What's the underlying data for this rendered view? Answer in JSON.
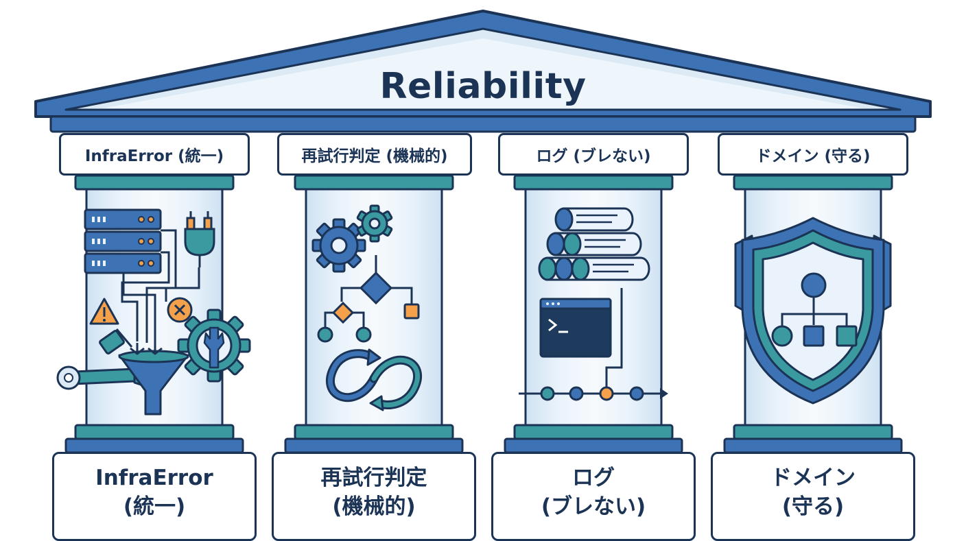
{
  "title": "Reliability",
  "pillars": [
    {
      "tab": "InfraError (統一)",
      "card_line1": "InfraError",
      "card_line2": "(統一)"
    },
    {
      "tab": "再試行判定 (機械的)",
      "card_line1": "再試行判定",
      "card_line2": "(機械的)"
    },
    {
      "tab": "ログ (ブレない)",
      "card_line1": "ログ",
      "card_line2": "(ブレない)"
    },
    {
      "tab": "ドメイン (守る)",
      "card_line1": "ドメイン",
      "card_line2": "(守る)"
    }
  ],
  "icons": [
    "server-rack-icon",
    "plug-icon",
    "warning-icon",
    "error-circle-icon",
    "wrench-icon",
    "funnel-icon",
    "gear-wrench-icon",
    "gears-icon",
    "flowchart-icon",
    "retry-loop-icon",
    "log-stack-icon",
    "terminal-icon",
    "timeline-icon",
    "shield-hierarchy-icon"
  ],
  "colors": {
    "navy": "#1b3355",
    "blue": "#3d72b4",
    "teal": "#3a9aa0",
    "light": "#dceaf5",
    "orange": "#f5a04a"
  }
}
